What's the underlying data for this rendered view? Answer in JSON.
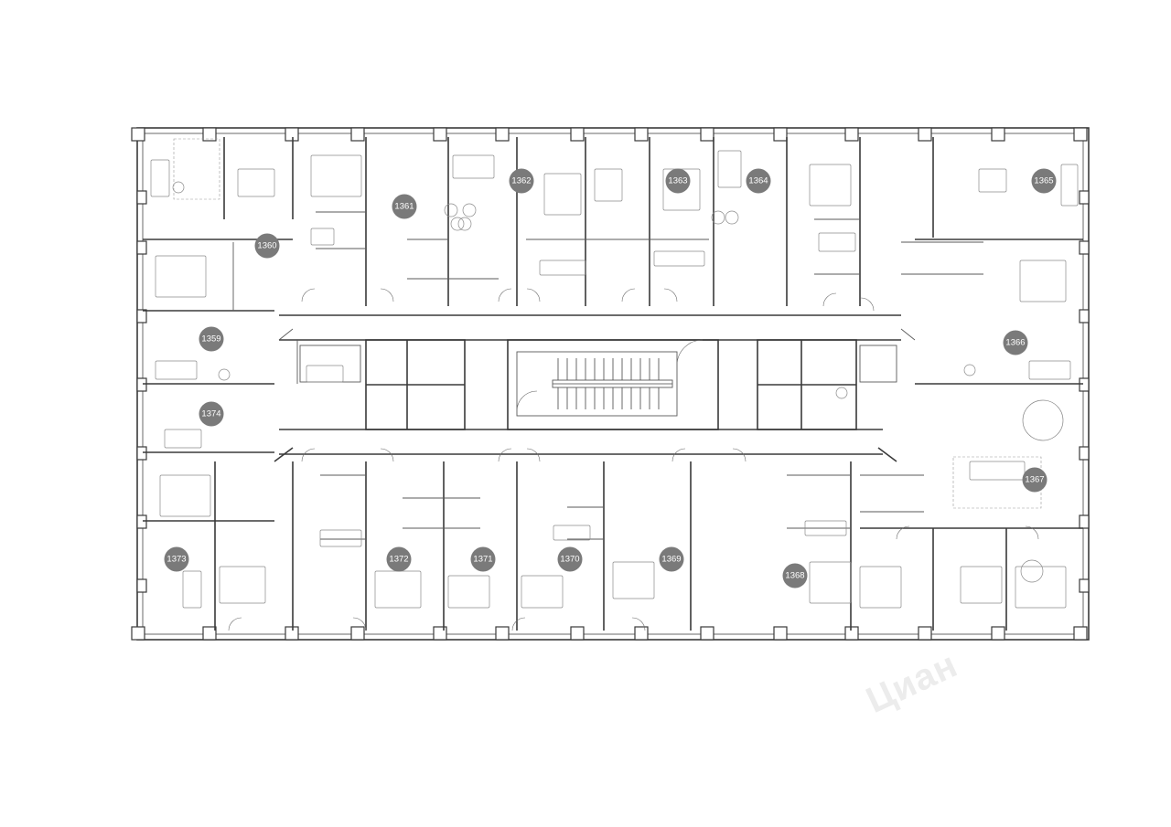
{
  "apartments": [
    {
      "id": "unit-1359",
      "label": "1359"
    },
    {
      "id": "unit-1360",
      "label": "1360"
    },
    {
      "id": "unit-1361",
      "label": "1361"
    },
    {
      "id": "unit-1362",
      "label": "1362"
    },
    {
      "id": "unit-1363",
      "label": "1363"
    },
    {
      "id": "unit-1364",
      "label": "1364"
    },
    {
      "id": "unit-1365",
      "label": "1365"
    },
    {
      "id": "unit-1366",
      "label": "1366"
    },
    {
      "id": "unit-1367",
      "label": "1367"
    },
    {
      "id": "unit-1368",
      "label": "1368"
    },
    {
      "id": "unit-1369",
      "label": "1369"
    },
    {
      "id": "unit-1370",
      "label": "1370"
    },
    {
      "id": "unit-1371",
      "label": "1371"
    },
    {
      "id": "unit-1372",
      "label": "1372"
    },
    {
      "id": "unit-1373",
      "label": "1373"
    },
    {
      "id": "unit-1374",
      "label": "1374"
    }
  ],
  "watermark": "Циан",
  "colors": {
    "badge": "#7a7a7a",
    "wall": "#3a3a3a",
    "furniture": "#8a8a8a"
  }
}
